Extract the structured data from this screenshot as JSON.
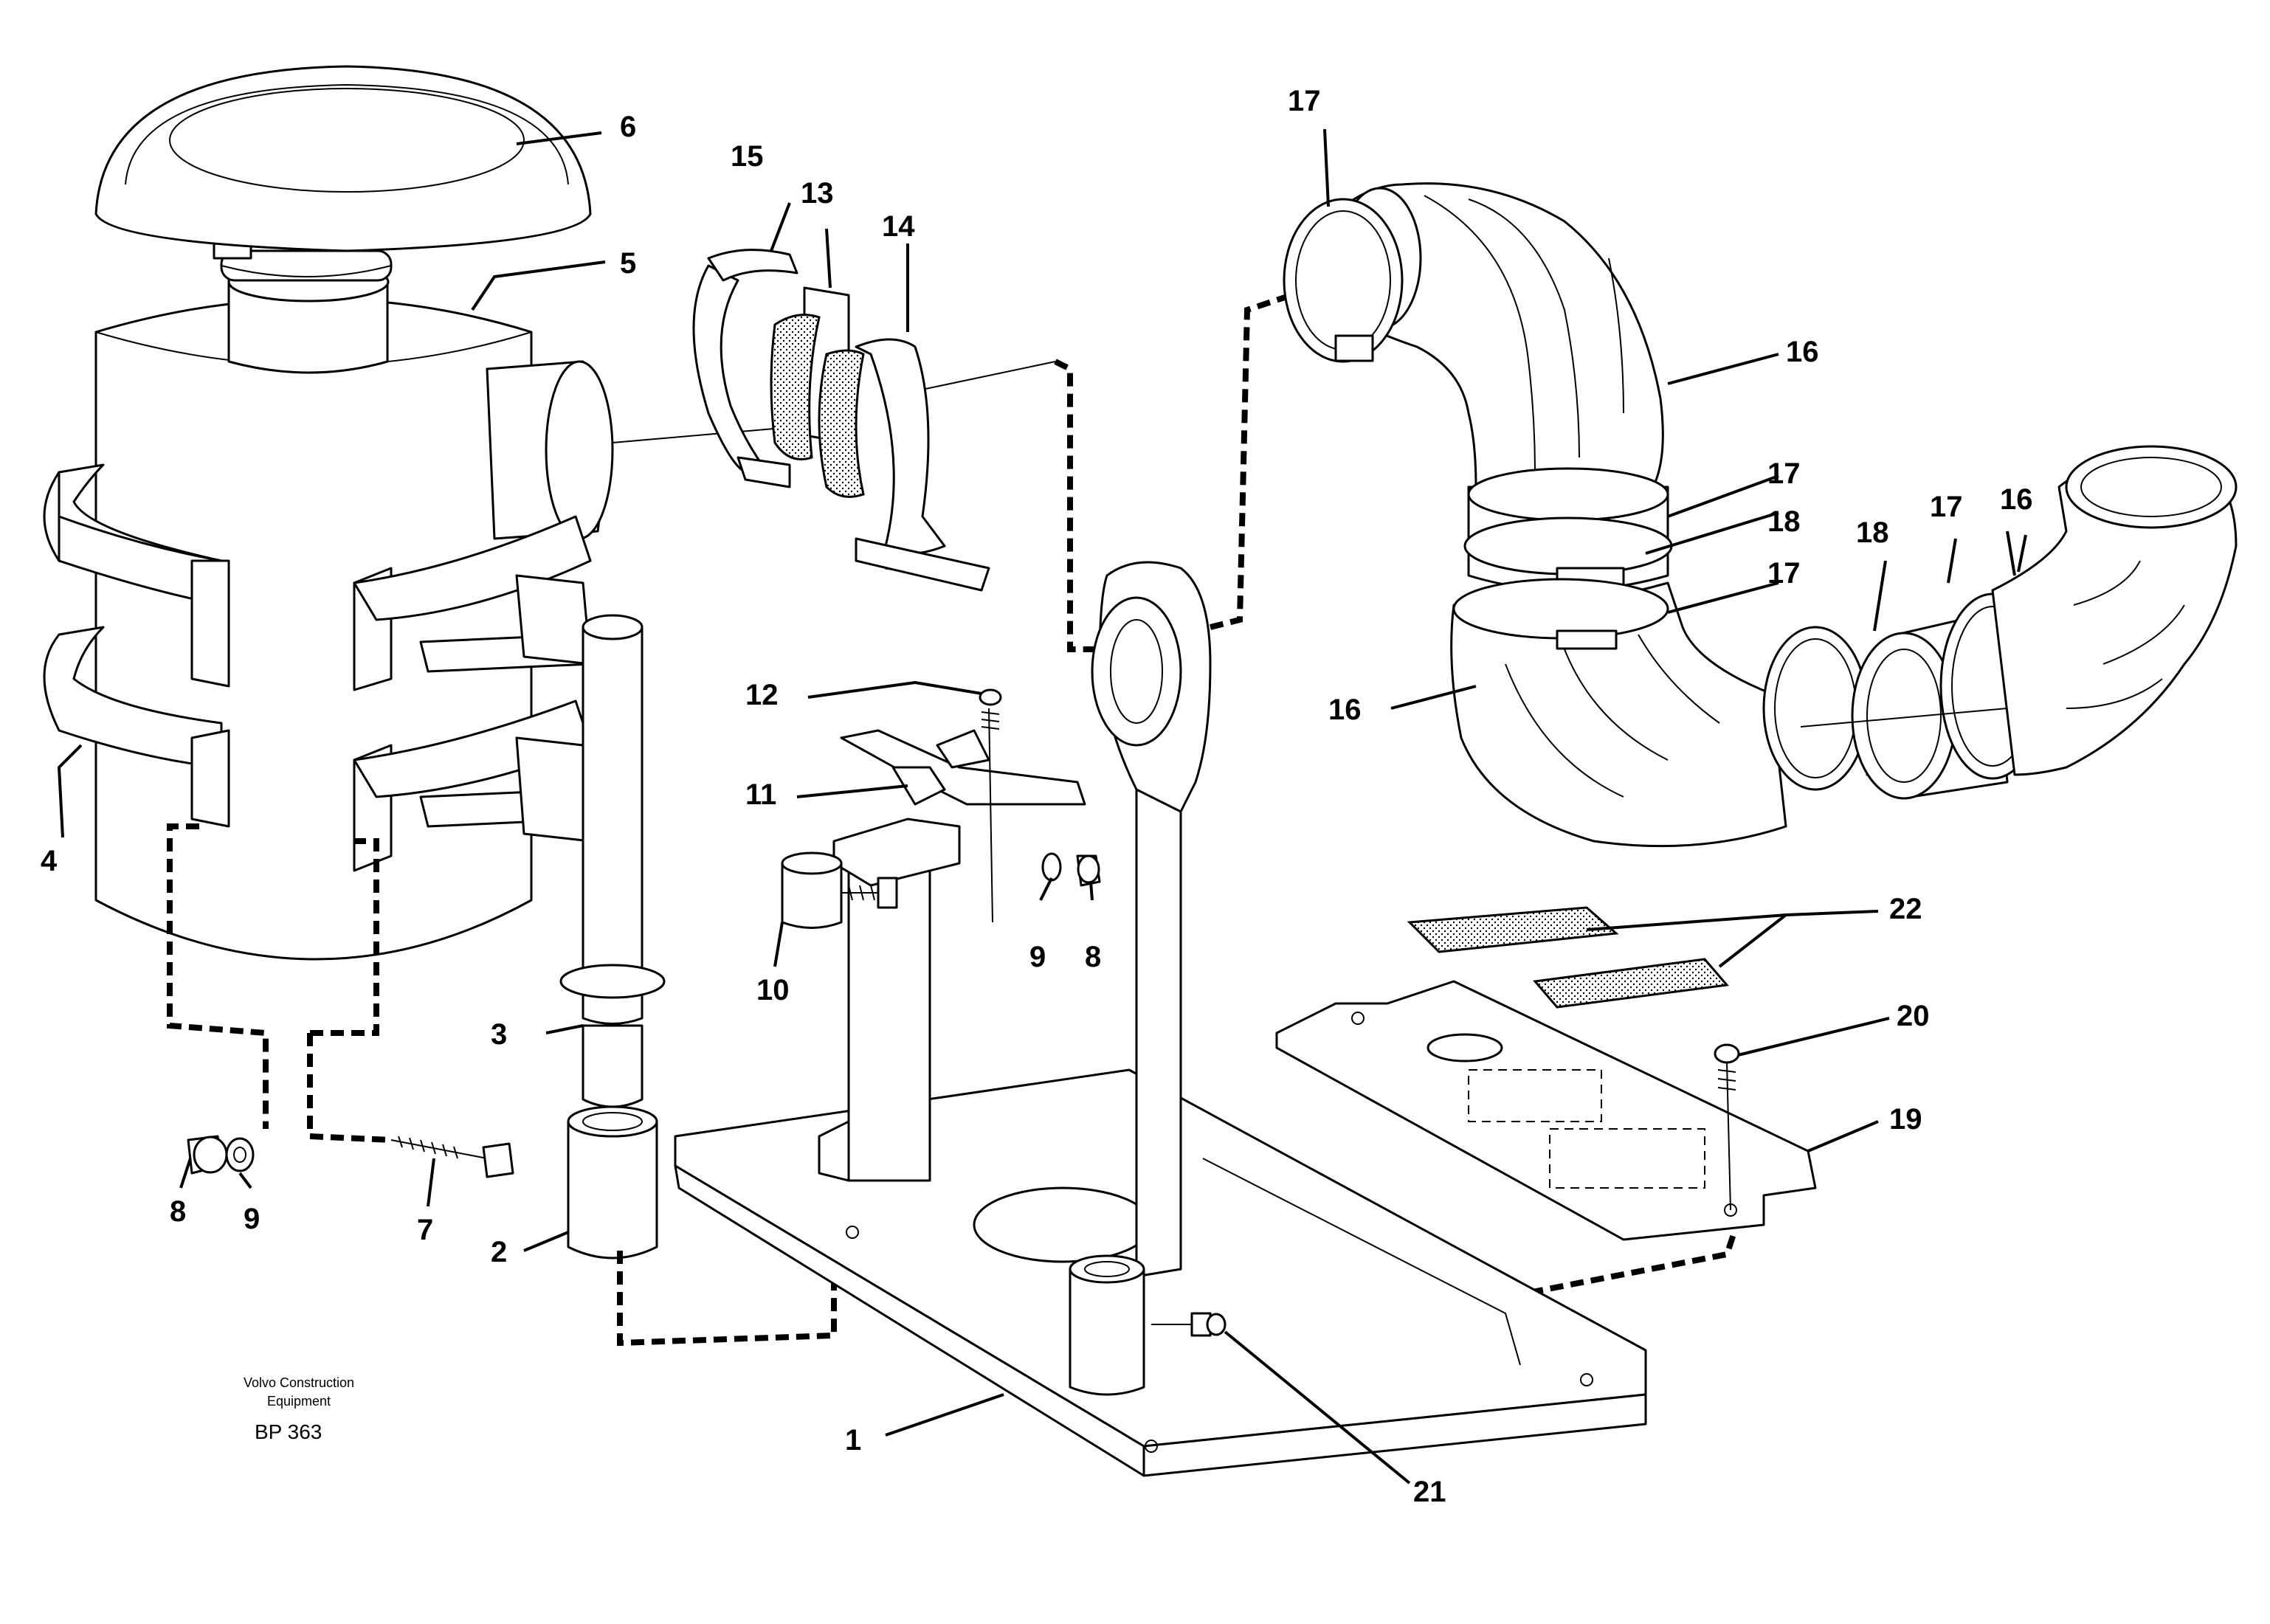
{
  "labels": {
    "p1": "1",
    "p2": "2",
    "p3": "3",
    "p4": "4",
    "p5": "5",
    "p6": "6",
    "p7": "7",
    "p8a": "8",
    "p8b": "8",
    "p9a": "9",
    "p9b": "9",
    "p10": "10",
    "p11": "11",
    "p12": "12",
    "p13": "13",
    "p14": "14",
    "p15": "15",
    "p16a": "16",
    "p16b": "16",
    "p16c": "16",
    "p17a": "17",
    "p17b": "17",
    "p17c": "17",
    "p17d": "17",
    "p18a": "18",
    "p18b": "18",
    "p19": "19",
    "p20": "20",
    "p21": "21",
    "p22": "22"
  },
  "credit": {
    "line1": "Volvo Construction",
    "line2": "Equipment",
    "code": "BP 363"
  }
}
